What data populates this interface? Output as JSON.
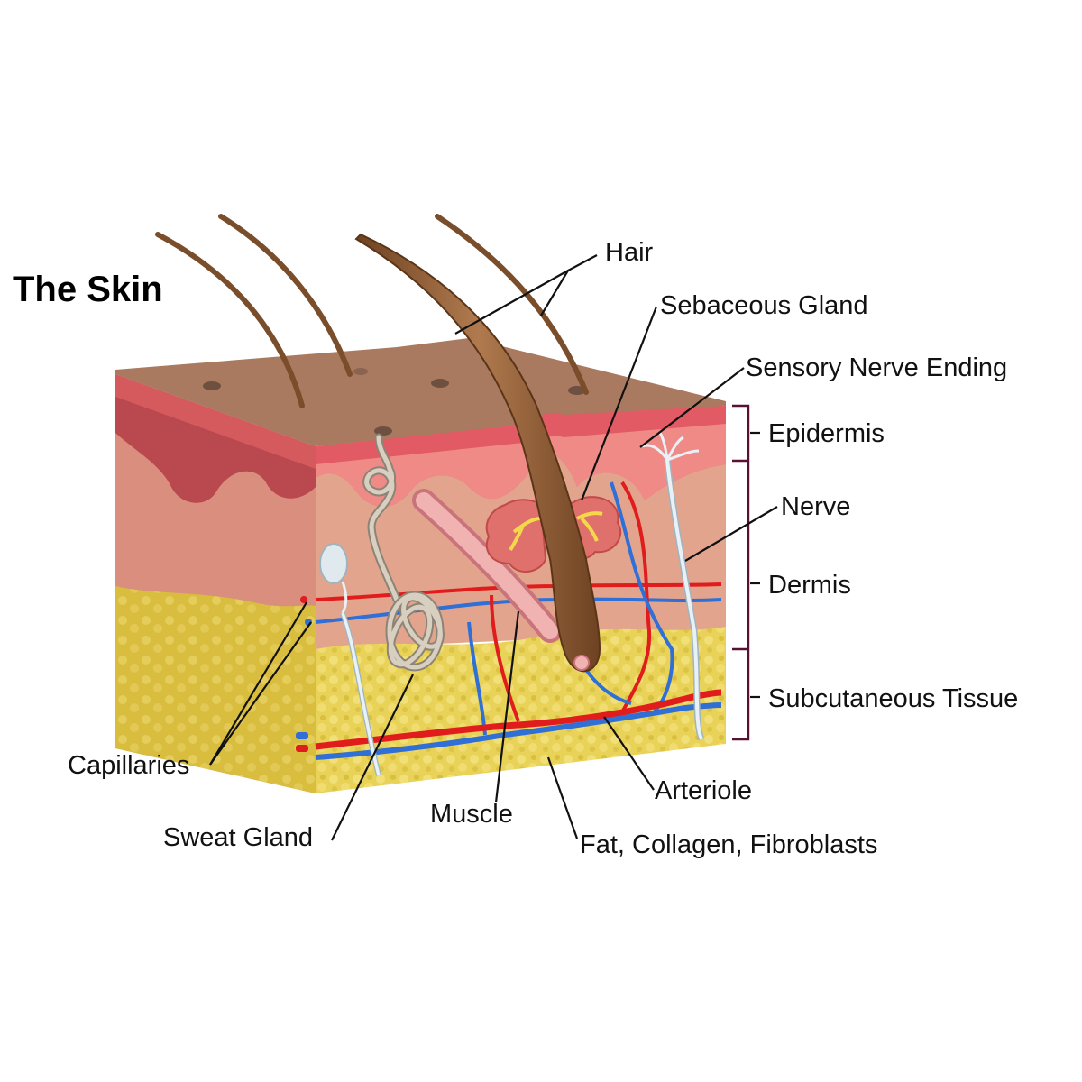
{
  "title": "The Skin",
  "labels": {
    "hair": "Hair",
    "sebaceous_gland": "Sebaceous Gland",
    "sensory_nerve_ending": "Sensory Nerve Ending",
    "epidermis": "Epidermis",
    "nerve": "Nerve",
    "dermis": "Dermis",
    "subcutaneous_tissue": "Subcutaneous Tissue",
    "capillaries": "Capillaries",
    "sweat_gland": "Sweat Gland",
    "muscle": "Muscle",
    "arteriole": "Arteriole",
    "fat_collagen_fibroblasts": "Fat, Collagen, Fibroblasts"
  },
  "colors": {
    "skin_surface": "#a97a60",
    "epidermis": "#e25a63",
    "dermis": "#e3a48e",
    "subcutaneous_fat": "#e8d054",
    "hair": "#8a5a35",
    "artery": "#e01c1c",
    "vein": "#2f6fd6",
    "nerve": "#dfe9ee",
    "sebaceous_gland": "#e0706b",
    "sweat_gland": "#cdc3b4",
    "layer_bracket": "#5a1030"
  }
}
